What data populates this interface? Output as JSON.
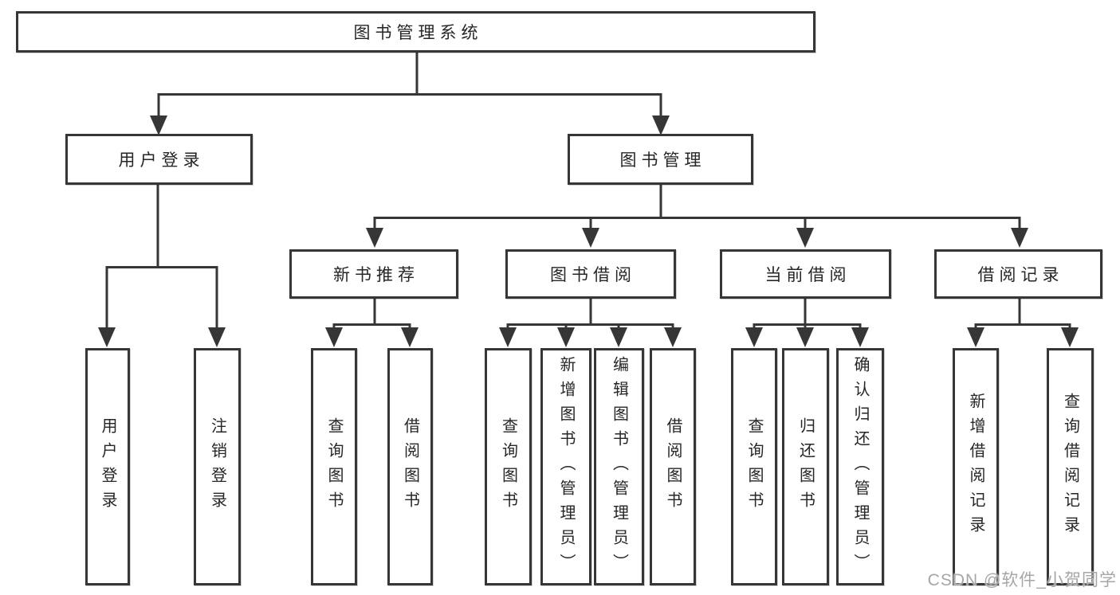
{
  "diagram": {
    "root": {
      "label": "图书管理系统"
    },
    "level2": {
      "user_login": {
        "label": "用户登录"
      },
      "book_management": {
        "label": "图书管理"
      }
    },
    "level3": {
      "new_book_recommend": {
        "label": "新书推荐"
      },
      "book_borrow": {
        "label": "图书借阅"
      },
      "current_borrow": {
        "label": "当前借阅"
      },
      "borrow_record": {
        "label": "借阅记录"
      }
    },
    "leaves": {
      "user_login": [
        "用户登录",
        "注销登录"
      ],
      "new_book_recommend": [
        "查询图书",
        "借阅图书"
      ],
      "book_borrow": [
        "查询图书",
        "新增图书（管理员）",
        "编辑图书（管理员）",
        "借阅图书"
      ],
      "current_borrow": [
        "查询图书",
        "归还图书",
        "确认归还（管理员）"
      ],
      "borrow_record": [
        "新增借阅记录",
        "查询借阅记录"
      ]
    },
    "watermark": "CSDN @软件_小贺同学",
    "colors": {
      "line": "#363636",
      "text": "#262626",
      "watermark": "#a6a6a6"
    }
  }
}
